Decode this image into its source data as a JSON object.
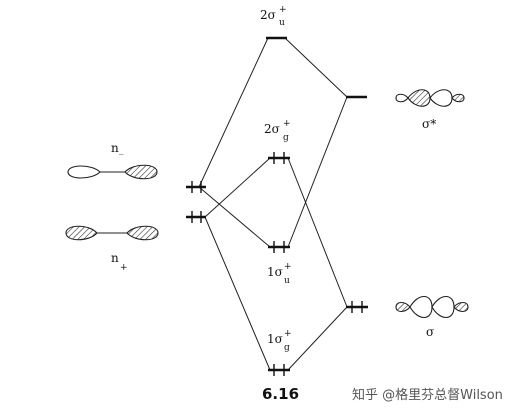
{
  "labels": {
    "two_sigma_u": "2σ",
    "two_sigma_u_sup": "+",
    "two_sigma_u_sub": "u",
    "two_sigma_g": "2σ",
    "two_sigma_g_sup": "+",
    "two_sigma_g_sub": "g",
    "one_sigma_u": "1σ",
    "one_sigma_u_sup": "+",
    "one_sigma_u_sub": "u",
    "one_sigma_g": "1σ",
    "one_sigma_g_sup": "+",
    "one_sigma_g_sub": "g",
    "n_minus": "n",
    "n_minus_sub": "_",
    "n_plus": "n",
    "n_plus_sub": "+",
    "sigma_star": "σ*",
    "sigma": "σ"
  },
  "figure_number": "6.16",
  "watermark": "知乎 @格里芬总督Wilson"
}
